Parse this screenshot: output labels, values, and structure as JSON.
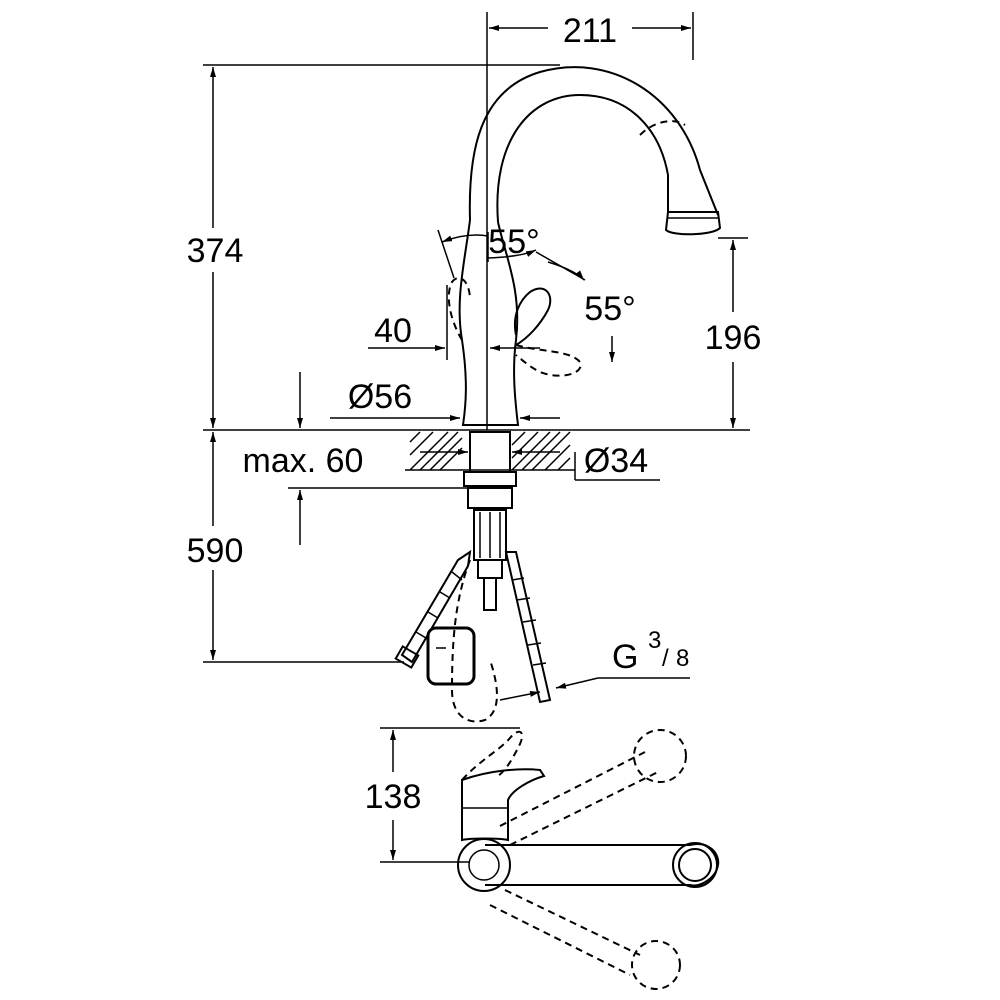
{
  "dimensions": {
    "width_top": "211",
    "height_total": "374",
    "handle_angle_top": "55°",
    "handle_angle_side": "55°",
    "lever_offset": "40",
    "spout_clearance": "196",
    "base_diameter": "Ø56",
    "hole_diameter": "Ø34",
    "deck_thickness": "max. 60",
    "below_deck": "590",
    "thread_main": "G",
    "thread_num": "3",
    "thread_den": "8",
    "plan_depth": "138"
  }
}
